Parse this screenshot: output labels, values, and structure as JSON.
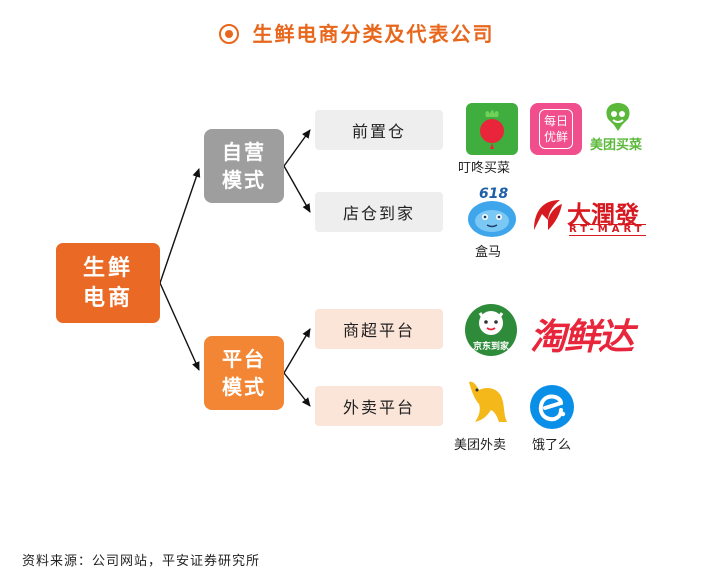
{
  "title": "生鲜电商分类及代表公司",
  "root": {
    "line1": "生鲜",
    "line2": "电商"
  },
  "modes": [
    {
      "line1": "自营",
      "line2": "模式"
    },
    {
      "line1": "平台",
      "line2": "模式"
    }
  ],
  "leaves": [
    "前置仓",
    "店仓到家",
    "商超平台",
    "外卖平台"
  ],
  "logos": {
    "meiri_text1": "每日",
    "meiri_text2": "优鲜",
    "meituan_maicai_text": "美团买菜",
    "hema_text": "618",
    "rtmart_text1": "大潤發",
    "rtmart_text2": "RT-MART",
    "jd_text": "京东到家",
    "taoxianda_text": "淘鲜达"
  },
  "captions": {
    "dingdong": "叮咚买菜",
    "hema": "盒马",
    "meituan_waimai": "美团外卖",
    "eleme": "饿了么"
  },
  "source": "资料来源：公司网站，平安证券研究所",
  "colors": {
    "orange": "#ea6a25",
    "light_orange": "#f28634",
    "gray": "#9e9e9e",
    "dingdong_green": "#3fae3f",
    "meiri_pink": "#f04e8c",
    "meituan_green": "#5bb83a",
    "rtmart_red": "#d71920",
    "jd_green": "#2e8b3a",
    "taoxianda_red": "#e8253a",
    "meituan_yellow": "#f5b81b",
    "eleme_blue": "#0a8fe8"
  }
}
